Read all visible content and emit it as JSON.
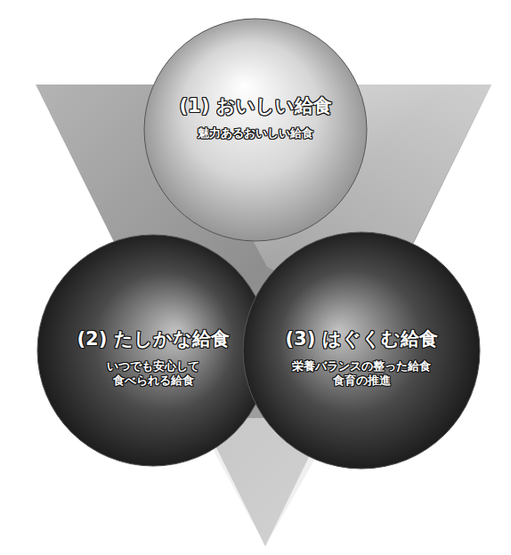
{
  "diagram": {
    "nodes": [
      {
        "text": [
          "(1) おいしい給食",
          "魅力あるおいしい給食"
        ]
      },
      {
        "text": [
          "(2) たしかな給食",
          "いつでも安心して 食べられる給食"
        ]
      },
      {
        "text": [
          "(3) はぐくむ給食",
          "栄養バランスの整った給食",
          "食育の推進"
        ]
      }
    ]
  }
}
